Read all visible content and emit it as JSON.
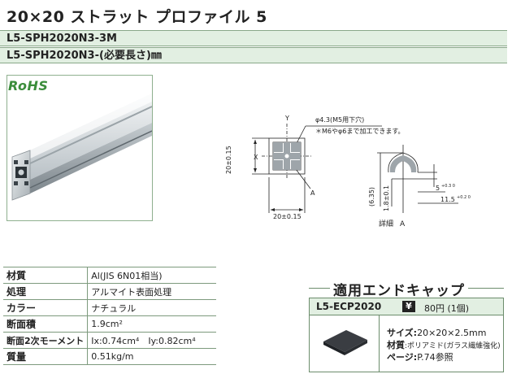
{
  "header": {
    "title": "20×20 ストラット プロファイル 5"
  },
  "part_numbers": [
    "L5-SPH2020N3-3M",
    "L5-SPH2020N3-(必要長さ)㎜"
  ],
  "badge": {
    "rohs": "RoHS"
  },
  "drawing": {
    "axis_y": "Y",
    "axis_x": "X",
    "height_dim": "20±0.15",
    "width_dim": "20±0.15",
    "point_a": "A",
    "hole_note": "φ4.3(M5用下穴)",
    "tap_note": "＊M6やφ6まで加工できます。",
    "detail_dim_635": "(6.35)",
    "detail_dim_18": "1.8±0.1",
    "detail_dim_5": "5",
    "detail_dim_5_tol": "+0.3 0",
    "detail_dim_115": "11.5",
    "detail_dim_115_tol": "+0.2 0",
    "detail_label": "詳細",
    "detail_letter": "A"
  },
  "specs": [
    {
      "label": "材質",
      "value": "Al(JIS 6N01相当)"
    },
    {
      "label": "処理",
      "value": "アルマイト表面処理"
    },
    {
      "label": "カラー",
      "value": "ナチュラル"
    },
    {
      "label": "断面積",
      "value": "1.9cm²"
    },
    {
      "label": "断面2次モーメント",
      "value": "Ix:0.74cm⁴　Iy:0.82cm⁴"
    },
    {
      "label": "質量",
      "value": "0.51kg/m"
    }
  ],
  "end_cap": {
    "heading": "適用エンドキャップ",
    "part_number": "L5-ECP2020",
    "yen_symbol": "¥",
    "price": "80円 (1個)",
    "size_label": "サイズ:",
    "size_value": "20×20×2.5mm",
    "material_label": "材質",
    "material_value": ":ポリアミド(ガラス繊維強化)",
    "page_label": "ページ:",
    "page_value": "P.74参照"
  },
  "colors": {
    "accent_green": "#3b8d3b",
    "row_fill": "#e2efe2",
    "border_green": "#7d9a7d"
  }
}
